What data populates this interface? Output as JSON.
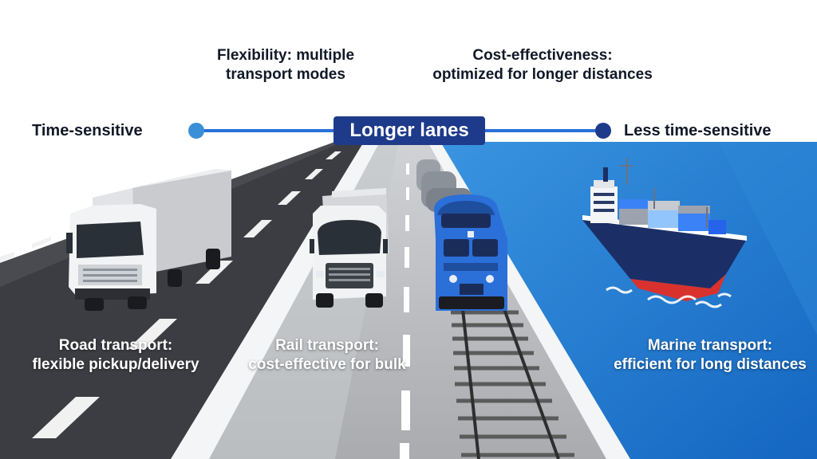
{
  "header": {
    "flexibility_line1": "Flexibility: multiple",
    "flexibility_line2": "transport modes",
    "cost_line1": "Cost-effectiveness:",
    "cost_line2": "optimized for longer distances"
  },
  "axis": {
    "left_label": "Time-sensitive",
    "center_label": "Longer lanes",
    "right_label": "Less time-sensitive"
  },
  "modes": {
    "road_line1": "Road transport:",
    "road_line2": "flexible pickup/delivery",
    "rail_line1": "Rail transport:",
    "rail_line2": "cost-effective for bulk",
    "marine_line1": "Marine transport:",
    "marine_line2": "efficient for long distances"
  },
  "colors": {
    "axis_blue": "#1e3a8a",
    "dot_left": "#3b8fd6",
    "dot_right": "#1e3a8a",
    "road": "#3f4046",
    "rail_lane": "#b8babd",
    "water": "#1f7fd4",
    "train": "#2b6fd9"
  }
}
